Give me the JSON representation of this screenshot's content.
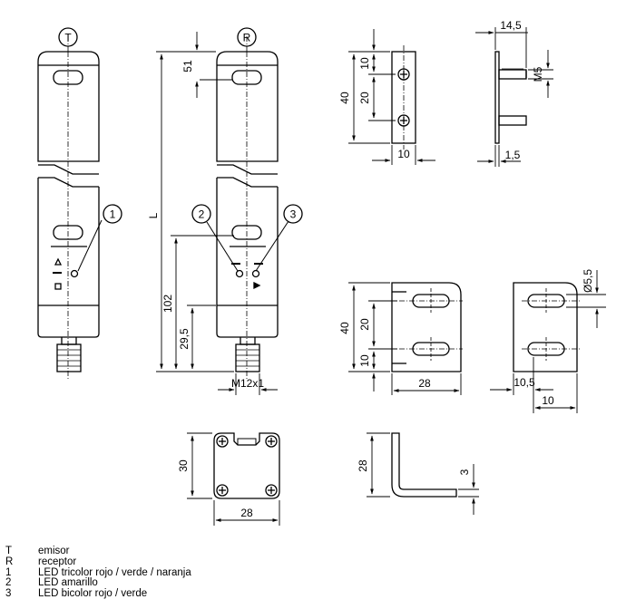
{
  "markers": {
    "emitter": "T",
    "receiver": "R"
  },
  "callouts": {
    "c1": "1",
    "c2": "2",
    "c3": "3"
  },
  "dims": {
    "d51": "51",
    "dL": "L",
    "d102": "102",
    "d295": "29,5",
    "thread": "M12x1",
    "b_40": "40",
    "b_10": "10",
    "b_20": "20",
    "b_10w": "10",
    "s_145": "14,5",
    "s_m5": "M5",
    "s_15": "1,5",
    "m_40": "40",
    "m_20": "20",
    "m_10": "10",
    "m_28": "28",
    "r_55": "Ø5,5",
    "r_105": "10,5",
    "r_10": "10",
    "bot_30": "30",
    "bot_28": "28",
    "ang_28": "28",
    "ang_3": "3"
  },
  "legend": [
    {
      "key": "T",
      "text": "emisor"
    },
    {
      "key": "R",
      "text": "receptor"
    },
    {
      "key": "1",
      "text": "LED tricolor rojo / verde / naranja"
    },
    {
      "key": "2",
      "text": "LED amarillo"
    },
    {
      "key": "3",
      "text": "LED bicolor rojo / verde"
    }
  ]
}
